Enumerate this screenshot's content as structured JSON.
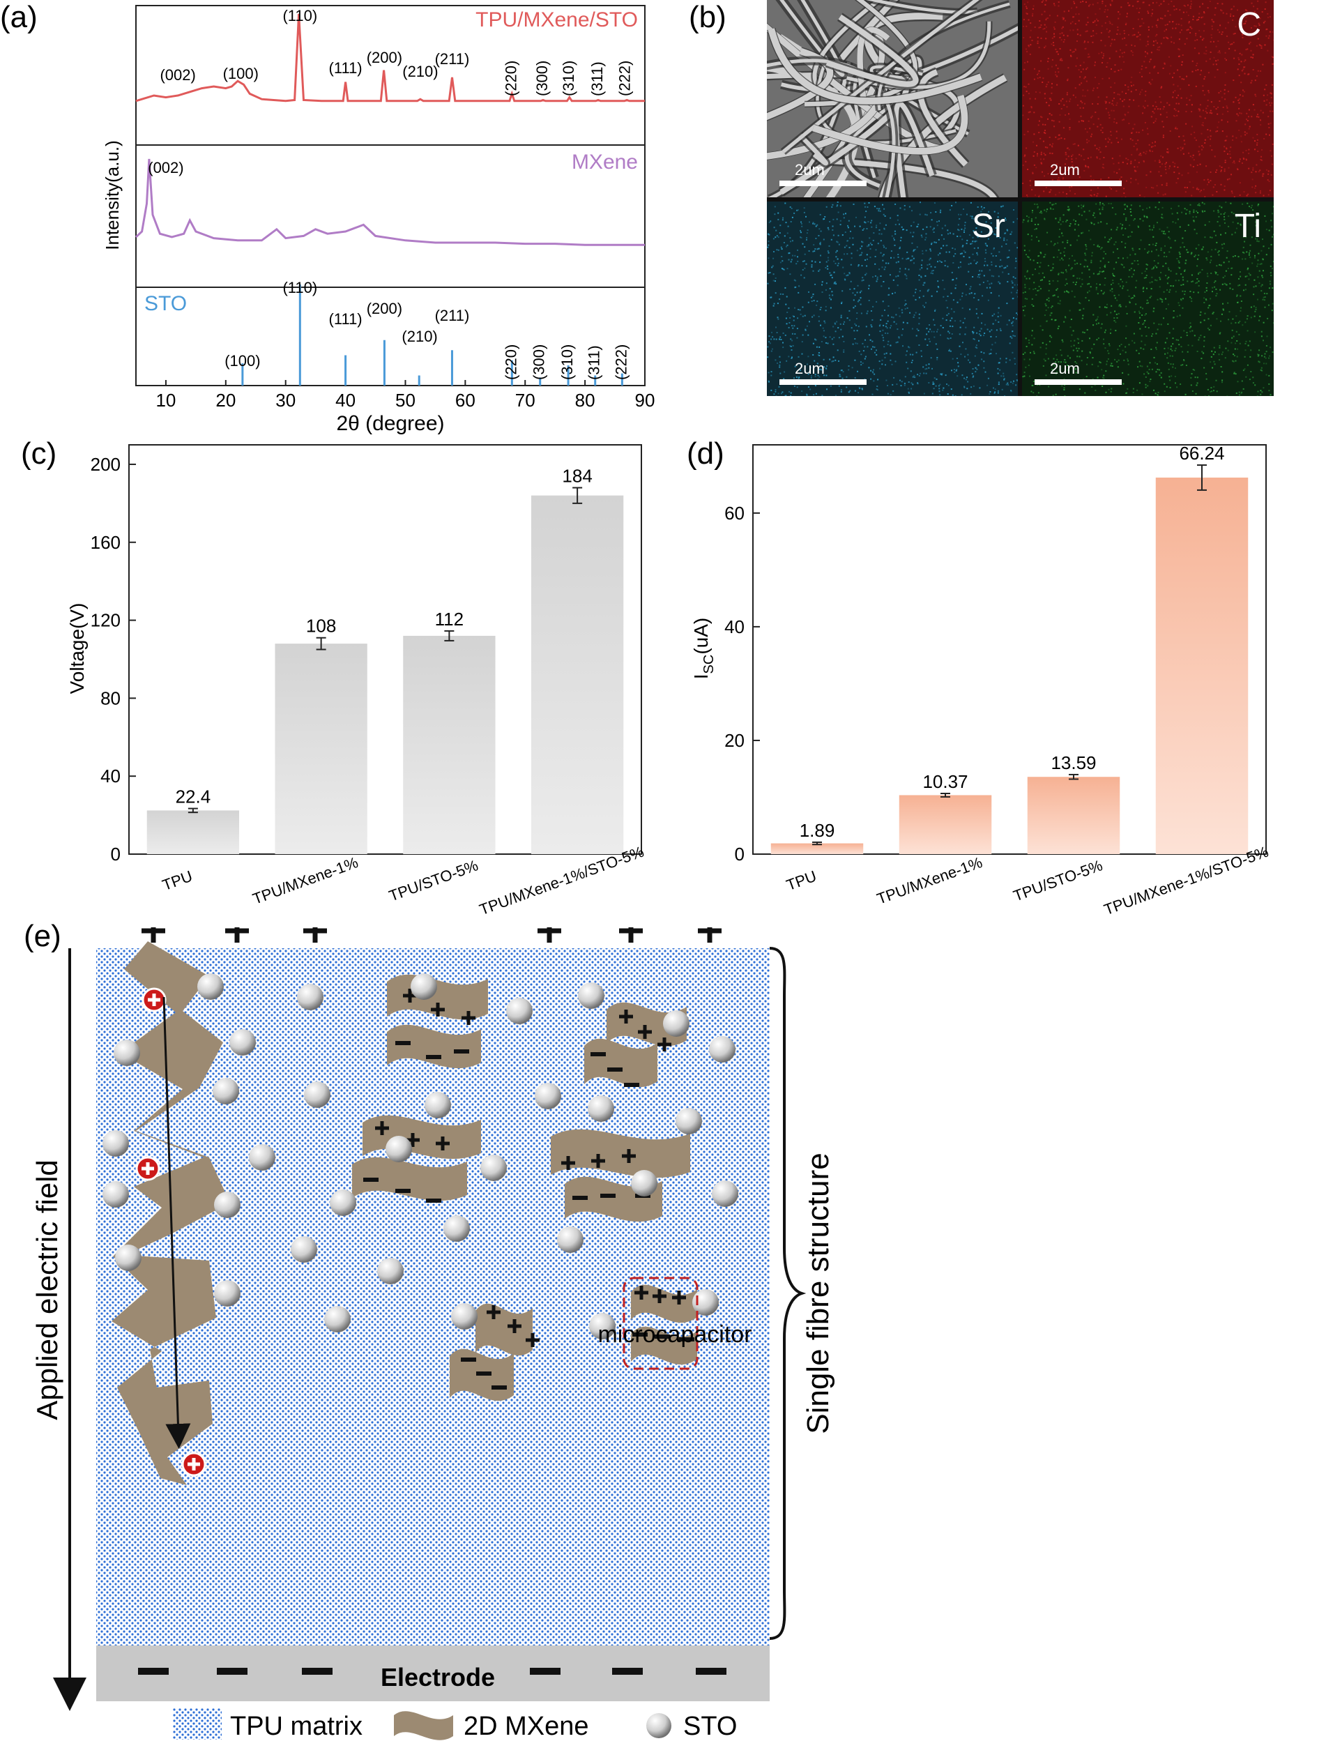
{
  "panel_labels": {
    "a": "(a)",
    "b": "(b)",
    "c": "(c)",
    "d": "(d)",
    "e": "(e)"
  },
  "chart_data": [
    {
      "type": "line",
      "panel": "(a)",
      "xlabel": "2θ (degree)",
      "ylabel": "Intensity(a.u.)",
      "xlim": [
        5,
        90
      ],
      "x_ticks": [
        10,
        20,
        30,
        40,
        50,
        60,
        70,
        80,
        90
      ],
      "series": [
        {
          "name": "TPU/MXene/STO",
          "color": "#e05a5a",
          "points": [
            [
              5,
              0.04
            ],
            [
              6,
              0.06
            ],
            [
              8,
              0.1
            ],
            [
              10,
              0.08
            ],
            [
              12,
              0.1
            ],
            [
              14,
              0.14
            ],
            [
              16,
              0.18
            ],
            [
              18,
              0.2
            ],
            [
              20,
              0.18
            ],
            [
              21,
              0.2
            ],
            [
              22,
              0.26
            ],
            [
              23,
              0.22
            ],
            [
              24,
              0.12
            ],
            [
              26,
              0.06
            ],
            [
              28,
              0.05
            ],
            [
              30,
              0.04
            ],
            [
              31.5,
              0.05
            ],
            [
              32.2,
              1.0
            ],
            [
              33,
              0.05
            ],
            [
              36,
              0.04
            ],
            [
              39.6,
              0.04
            ],
            [
              40,
              0.25
            ],
            [
              40.4,
              0.04
            ],
            [
              45.9,
              0.04
            ],
            [
              46.4,
              0.38
            ],
            [
              46.9,
              0.04
            ],
            [
              52,
              0.04
            ],
            [
              52.5,
              0.06
            ],
            [
              53,
              0.04
            ],
            [
              57.3,
              0.04
            ],
            [
              57.8,
              0.3
            ],
            [
              58.3,
              0.04
            ],
            [
              67.4,
              0.04
            ],
            [
              67.8,
              0.12
            ],
            [
              68.2,
              0.04
            ],
            [
              72.6,
              0.04
            ],
            [
              73,
              0.05
            ],
            [
              73.4,
              0.04
            ],
            [
              77,
              0.04
            ],
            [
              77.4,
              0.08
            ],
            [
              77.8,
              0.04
            ],
            [
              81.8,
              0.04
            ],
            [
              82.2,
              0.05
            ],
            [
              82.6,
              0.04
            ],
            [
              86.6,
              0.04
            ],
            [
              87,
              0.05
            ],
            [
              87.4,
              0.04
            ],
            [
              90,
              0.04
            ]
          ],
          "annotations": [
            "(002)",
            "(100)",
            "(110)",
            "(111)",
            "(200)",
            "(210)",
            "(211)",
            "(220)",
            "(300)",
            "(310)",
            "(311)",
            "(222)"
          ]
        },
        {
          "name": "MXene",
          "color": "#b07cc6",
          "points": [
            [
              5,
              0.25
            ],
            [
              6,
              0.3
            ],
            [
              6.8,
              0.55
            ],
            [
              7.2,
              0.95
            ],
            [
              7.8,
              0.45
            ],
            [
              9,
              0.28
            ],
            [
              11,
              0.25
            ],
            [
              13,
              0.28
            ],
            [
              14,
              0.4
            ],
            [
              15,
              0.3
            ],
            [
              18,
              0.24
            ],
            [
              22,
              0.22
            ],
            [
              26,
              0.22
            ],
            [
              28.5,
              0.32
            ],
            [
              30,
              0.24
            ],
            [
              33,
              0.26
            ],
            [
              35,
              0.32
            ],
            [
              37,
              0.28
            ],
            [
              40,
              0.3
            ],
            [
              42,
              0.34
            ],
            [
              43,
              0.36
            ],
            [
              45,
              0.26
            ],
            [
              50,
              0.22
            ],
            [
              55,
              0.2
            ],
            [
              60,
              0.2
            ],
            [
              65,
              0.2
            ],
            [
              70,
              0.19
            ],
            [
              75,
              0.19
            ],
            [
              80,
              0.18
            ],
            [
              85,
              0.18
            ],
            [
              90,
              0.18
            ]
          ],
          "annotations": [
            "(002)"
          ]
        },
        {
          "name": "STO",
          "color": "#4a9ad8",
          "type": "stick",
          "sticks": [
            {
              "x": 22.8,
              "y": 0.22,
              "label": "(100)"
            },
            {
              "x": 32.4,
              "y": 1.0,
              "label": "(110)"
            },
            {
              "x": 40.0,
              "y": 0.3,
              "label": "(111)"
            },
            {
              "x": 46.5,
              "y": 0.45,
              "label": "(200)"
            },
            {
              "x": 52.3,
              "y": 0.1,
              "label": "(210)"
            },
            {
              "x": 57.8,
              "y": 0.35,
              "label": "(211)"
            },
            {
              "x": 67.8,
              "y": 0.25,
              "label": "(220)"
            },
            {
              "x": 72.5,
              "y": 0.08,
              "label": "(300)"
            },
            {
              "x": 77.2,
              "y": 0.2,
              "label": "(310)"
            },
            {
              "x": 81.7,
              "y": 0.1,
              "label": "(311)"
            },
            {
              "x": 86.2,
              "y": 0.12,
              "label": "(222)"
            }
          ]
        }
      ]
    },
    {
      "type": "bar",
      "panel": "(c)",
      "categories": [
        "TPU",
        "TPU/MXene-1%",
        "TPU/STO-5%",
        "TPU/MXene-1%/STO-5%"
      ],
      "values": [
        22.4,
        108,
        112,
        184
      ],
      "value_labels": [
        "22.4",
        "108",
        "112",
        "184"
      ],
      "errors": [
        1,
        3,
        2.5,
        4
      ],
      "ylabel": "Voltage(V)",
      "ylim": [
        0,
        210
      ],
      "y_ticks": [
        0,
        40,
        80,
        120,
        160,
        200
      ],
      "color": "#dcdcdc"
    },
    {
      "type": "bar",
      "panel": "(d)",
      "categories": [
        "TPU",
        "TPU/MXene-1%",
        "TPU/STO-5%",
        "TPU/MXene-1%/STO-5%"
      ],
      "values": [
        1.89,
        10.37,
        13.59,
        66.24
      ],
      "value_labels": [
        "1.89",
        "10.37",
        "13.59",
        "66.24"
      ],
      "errors": [
        0.2,
        0.3,
        0.4,
        2.2
      ],
      "ylabel_main": "I",
      "ylabel_sub": "SC",
      "ylabel_unit": "(uA)",
      "ylim": [
        0,
        72
      ],
      "y_ticks": [
        0,
        20,
        40,
        60
      ],
      "color": "#f7b89c"
    }
  ],
  "sem": {
    "tiles": [
      {
        "label": "",
        "scale": "2um",
        "color": "#8c8c8c"
      },
      {
        "label": "C",
        "scale": "2um",
        "color": "#7a0f12"
      },
      {
        "label": "Sr",
        "scale": "2um",
        "color": "#0f2f3a"
      },
      {
        "label": "Ti",
        "scale": "2um",
        "color": "#0c2a12"
      }
    ]
  },
  "schematic": {
    "field_label": "Applied electric field",
    "structure_label": "Single fibre structure",
    "electrode_label": "Electrode",
    "microcapacitor_label": "microcapacitor",
    "legend": {
      "tpu": "TPU matrix",
      "mxene": "2D MXene",
      "sto": "STO"
    },
    "colors": {
      "matrix_dot": "#2e6fd6",
      "mxene": "#9c8a72",
      "electrode": "#c8c8c8",
      "charge_circle": "#cc1a1a",
      "box": "#c22222"
    }
  }
}
